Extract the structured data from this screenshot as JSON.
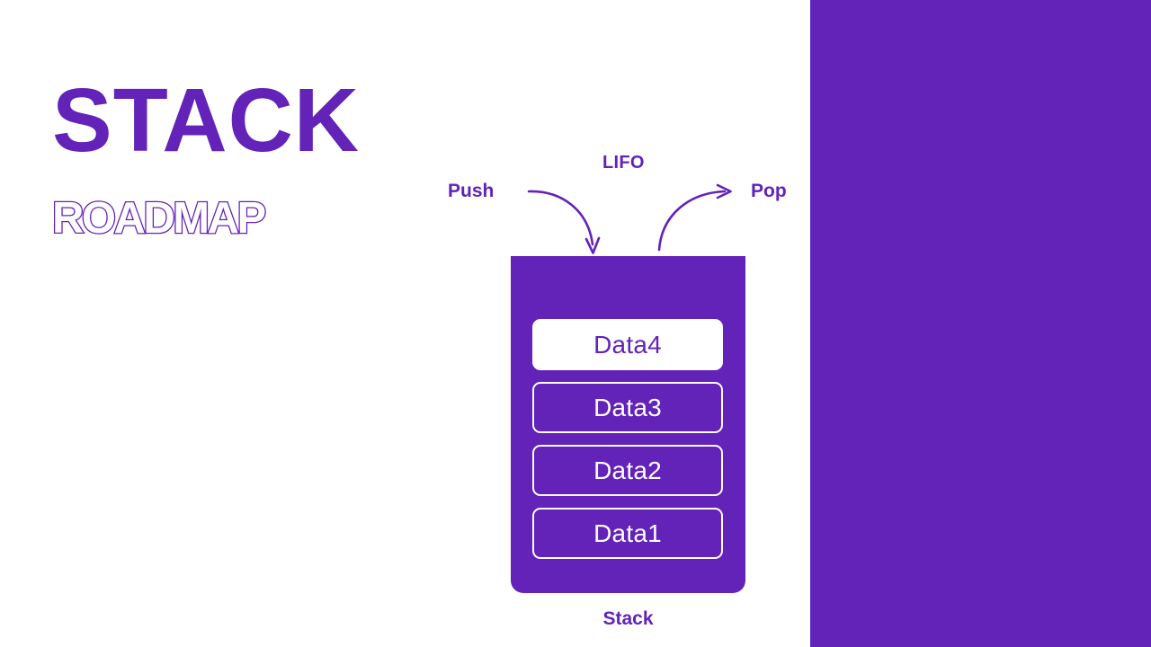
{
  "slide": {
    "background_color": "#ffffff",
    "accent_color": "#6322B8",
    "title": "STACK",
    "subtitle": "ROADMAP"
  },
  "right_panel": {
    "color": "#6322B8"
  },
  "diagram": {
    "name": "stack-data-structure-diagram",
    "principle_label": "LIFO",
    "push_label": "Push",
    "pop_label": "Pop",
    "stack_label": "Stack",
    "container_color": "#6322B8",
    "cells": [
      {
        "label": "Data4",
        "style": "filled",
        "text_color": "#6322B8",
        "fill_color": "#ffffff"
      },
      {
        "label": "Data3",
        "style": "outlined",
        "text_color": "#ffffff",
        "fill_color": "transparent"
      },
      {
        "label": "Data2",
        "style": "outlined",
        "text_color": "#ffffff",
        "fill_color": "transparent"
      },
      {
        "label": "Data1",
        "style": "outlined",
        "text_color": "#ffffff",
        "fill_color": "transparent"
      }
    ],
    "arrows": [
      {
        "name": "push-arrow",
        "from": "Push",
        "direction": "down-into-stack"
      },
      {
        "name": "pop-arrow",
        "from": "stack-top",
        "direction": "up-right-to-pop"
      }
    ]
  }
}
